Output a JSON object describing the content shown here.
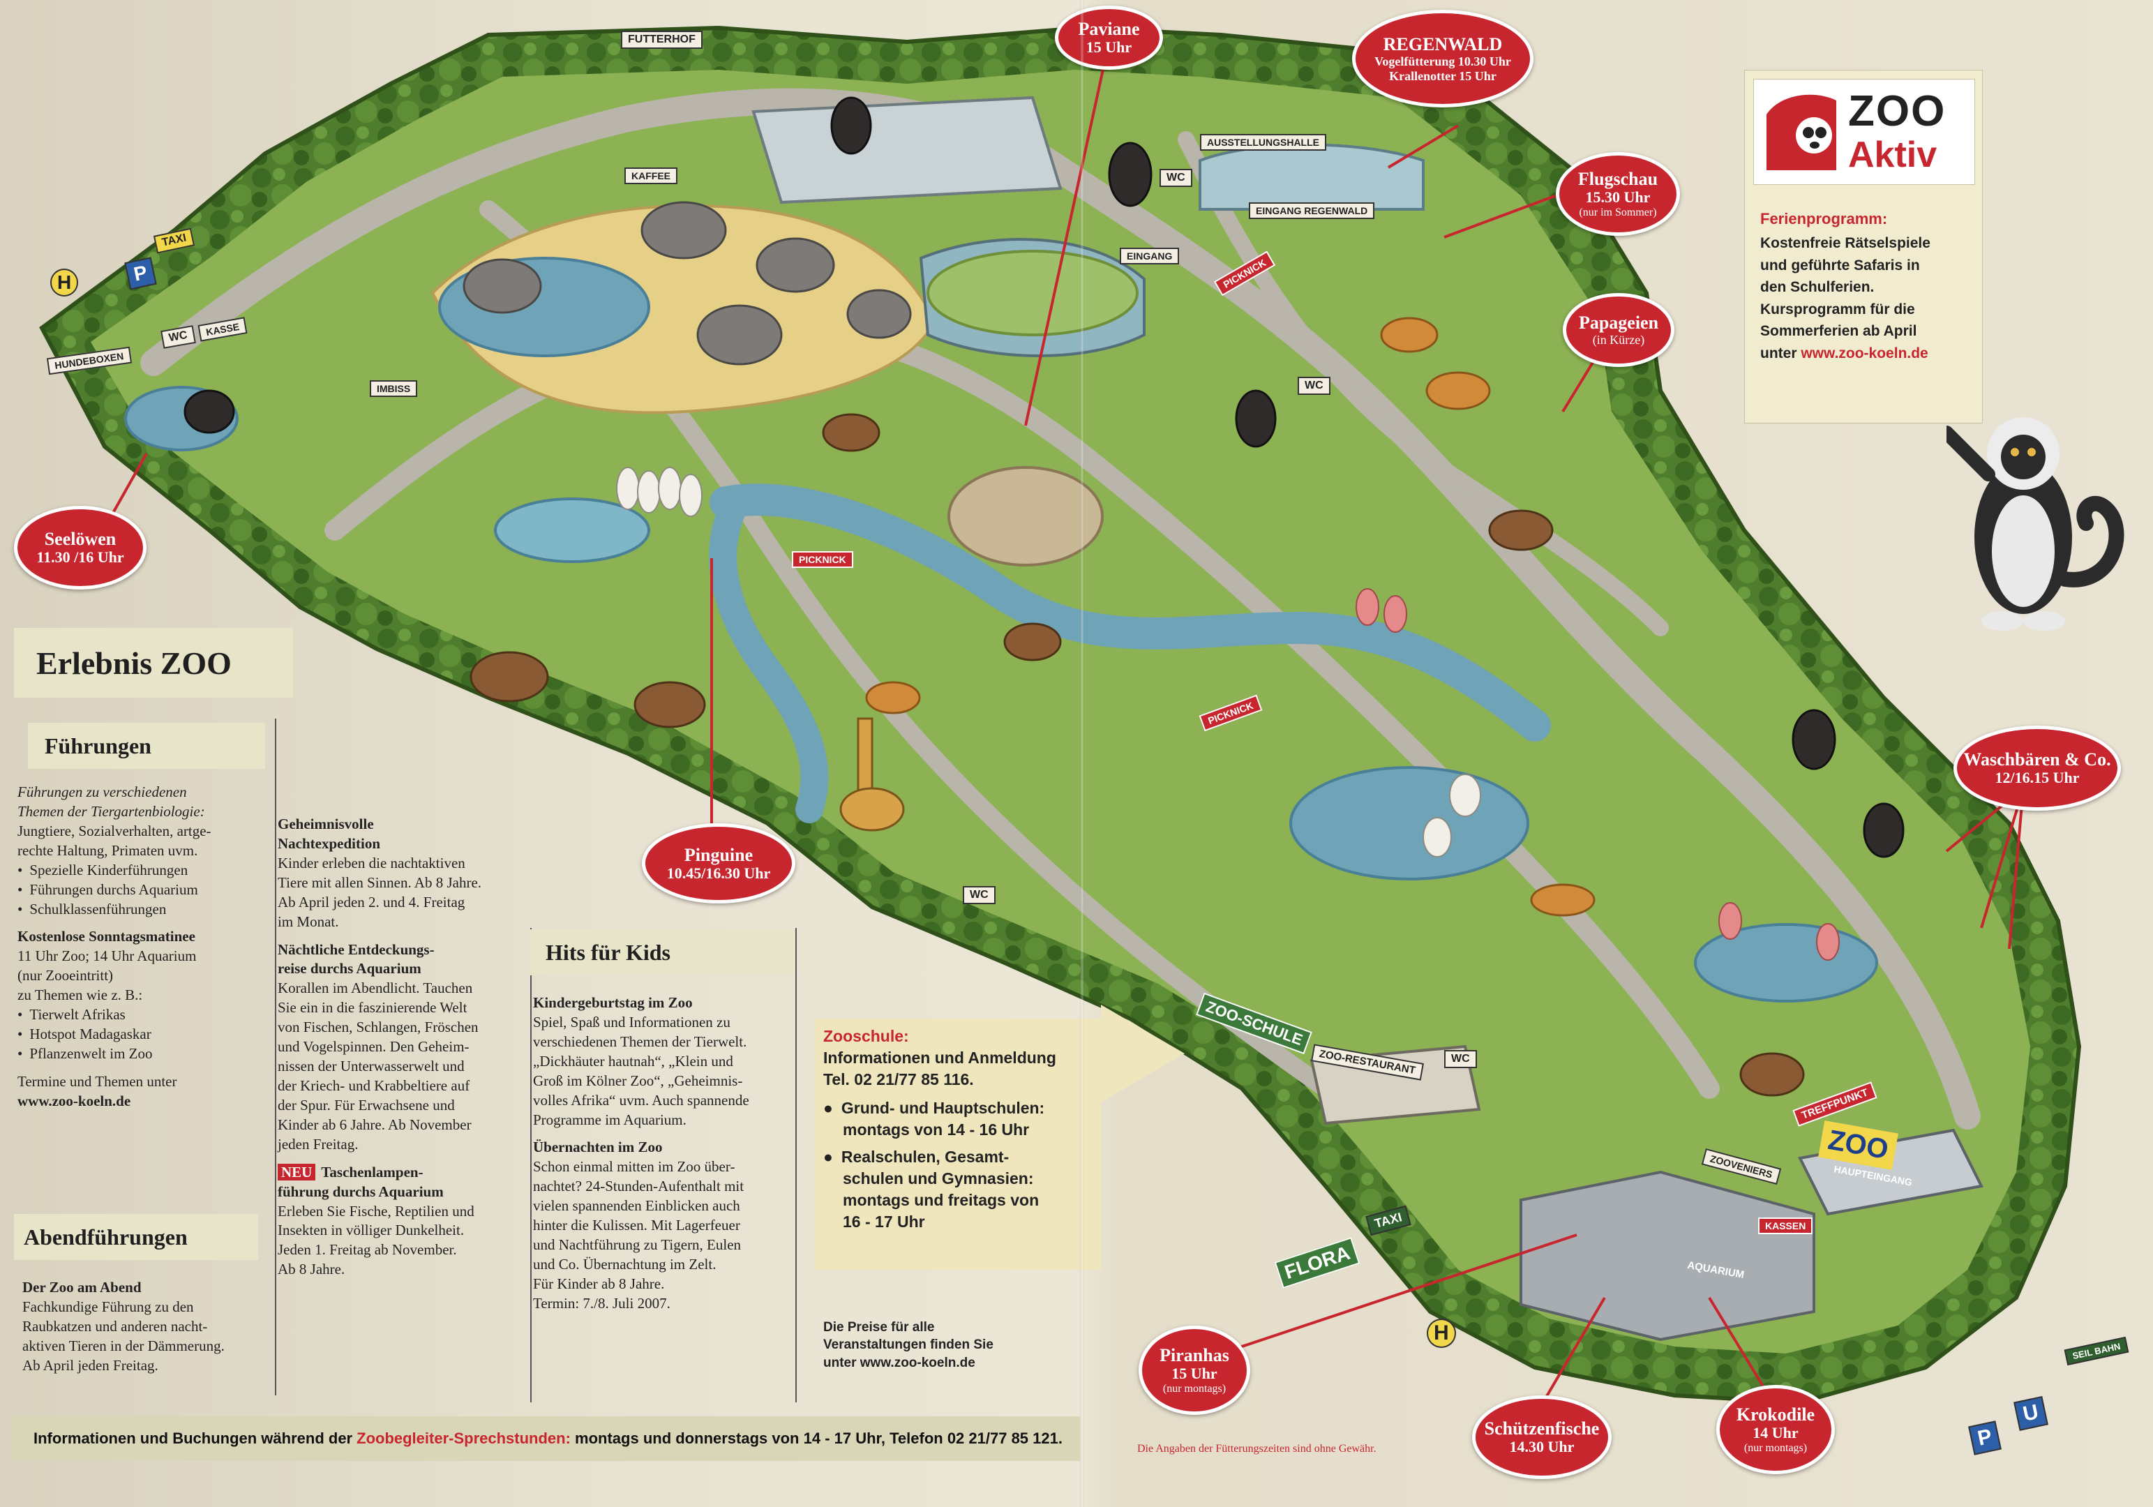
{
  "title": "Erlebnis ZOO",
  "map_labels": {
    "futterhof": "FUTTERHOF",
    "kaffee": "KAFFEE",
    "hundeboxen": "HUNDEBOXEN",
    "wc": "WC",
    "kasse": "KASSE",
    "imbiss": "IMBISS",
    "taxi": "TAXI",
    "p": "P",
    "h": "H",
    "u": "U",
    "ausstellungshalle": "AUSSTELLUNGSHALLE",
    "eingang_regenwald": "EINGANG REGENWALD",
    "eingang": "EINGANG",
    "picknick": "PICKNICK",
    "zoo_schule": "ZOO-SCHULE",
    "zoo_restaurant": "ZOO-RESTAURANT",
    "treffpunkt": "TREFFPUNKT",
    "zooveniers": "ZOOVENIERS",
    "zoo": "ZOO",
    "haupteingang": "HAUPTEINGANG",
    "kassen": "KASSEN",
    "aquarium": "AQUARIUM",
    "flora": "FLORA",
    "seilbahn": "SEIL BAHN"
  },
  "feeding_times": [
    {
      "title": "Paviane",
      "time": "15 Uhr"
    },
    {
      "title": "REGENWALD",
      "line1": "Vogelfütterung 10.30 Uhr",
      "line2": "Krallenotter 15 Uhr"
    },
    {
      "title": "Flugschau",
      "time": "15.30 Uhr",
      "note": "(nur im Sommer)"
    },
    {
      "title": "Papageien",
      "time": "(in Kürze)"
    },
    {
      "title": "Seelöwen",
      "time": "11.30 /16 Uhr"
    },
    {
      "title": "Pinguine",
      "time": "10.45/16.30 Uhr"
    },
    {
      "title": "Waschbären & Co.",
      "time": "12/16.15 Uhr"
    },
    {
      "title": "Piranhas",
      "time": "15 Uhr",
      "note": "(nur montags)"
    },
    {
      "title": "Schützenfische",
      "time": "14.30 Uhr"
    },
    {
      "title": "Krokodile",
      "time": "14 Uhr",
      "note": "(nur montags)"
    }
  ],
  "zoo_aktiv": {
    "logo_line1": "ZOO",
    "logo_line2": "Aktiv",
    "heading": "Ferienprogramm:",
    "lines": [
      "Kostenfreie Rätselspiele",
      "und geführte Safaris in",
      "den Schulferien.",
      "Kursprogramm für die",
      "Sommerferien ab April"
    ],
    "url_prefix": "unter ",
    "url": "www.zoo-koeln.de"
  },
  "fuehrungen": {
    "heading": "Führungen",
    "intro": [
      "Führungen zu verschiedenen",
      "Themen der Tiergartenbiologie:",
      "Jungtiere, Sozialverhalten, artge-",
      "rechte Haltung, Primaten uvm."
    ],
    "bullets": [
      "Spezielle Kinderführungen",
      "Führungen durchs Aquarium",
      "Schulklassenführungen"
    ],
    "matinee_title": "Kostenlose Sonntagsmatinee",
    "matinee_lines": [
      "11 Uhr Zoo; 14 Uhr Aquarium",
      "(nur Zooeintritt)",
      "zu Themen wie z. B.:"
    ],
    "matinee_bullets": [
      "Tierwelt Afrikas",
      "Hotspot Madagaskar",
      "Pflanzenwelt im Zoo"
    ],
    "footer_lines": [
      "Termine und Themen unter"
    ],
    "footer_url": "www.zoo-koeln.de"
  },
  "abendfuehrungen": {
    "heading": "Abendführungen",
    "title": "Der Zoo am Abend",
    "lines": [
      "Fachkundige Führung zu den",
      "Raubkatzen und anderen nacht-",
      "aktiven Tieren in der Dämmerung.",
      "Ab April jeden Freitag."
    ]
  },
  "column2": {
    "b1_title": [
      "Geheimnisvolle",
      "Nachtexpedition"
    ],
    "b1_lines": [
      "Kinder erleben die nachtaktiven",
      "Tiere mit allen Sinnen. Ab 8 Jahre.",
      "Ab April jeden 2. und 4. Freitag",
      "im Monat."
    ],
    "b2_title": [
      "Nächtliche Entdeckungs-",
      "reise durchs Aquarium"
    ],
    "b2_lines": [
      "Korallen im Abendlicht. Tauchen",
      "Sie ein in die faszinierende Welt",
      "von Fischen, Schlangen, Fröschen",
      "und Vogelspinnen. Den Geheim-",
      "nissen der Unterwasserwelt und",
      "der Kriech- und Krabbeltiere auf",
      "der Spur. Für Erwachsene und",
      "Kinder ab 6 Jahre. Ab November",
      "jeden Freitag."
    ],
    "neu": "NEU",
    "b3_title": [
      "Taschenlampen-",
      "führung durchs Aquarium"
    ],
    "b3_lines": [
      "Erleben Sie Fische, Reptilien und",
      "Insekten in völliger Dunkelheit.",
      "Jeden 1. Freitag ab November.",
      "Ab 8 Jahre."
    ]
  },
  "hits_fuer_kids": {
    "heading": "Hits für Kids",
    "b1_title": "Kindergeburtstag im Zoo",
    "b1_lines": [
      "Spiel, Spaß und Informationen zu",
      "verschiedenen Themen der Tierwelt.",
      "„Dickhäuter hautnah“, „Klein und",
      "Groß im Kölner Zoo“, „Geheimnis-",
      "volles Afrika“ uvm. Auch spannende",
      "Programme im Aquarium."
    ],
    "b2_title": "Übernachten im Zoo",
    "b2_lines": [
      "Schon einmal mitten im Zoo über-",
      "nachtet? 24-Stunden-Aufenthalt mit",
      "vielen spannenden Einblicken auch",
      "hinter die Kulissen. Mit Lagerfeuer",
      "und  Nachtführung zu Tigern, Eulen",
      "und Co. Übernachtung im Zelt.",
      "Für Kinder ab 8 Jahre.",
      "Termin: 7./8. Juli 2007."
    ]
  },
  "zooschule": {
    "heading": "Zooschule:",
    "lines": [
      "Informationen und Anmeldung",
      "Tel. 02 21/77 85 116."
    ],
    "items": [
      [
        "Grund- und Hauptschulen:",
        "montags von 14 - 16 Uhr"
      ],
      [
        "Realschulen, Gesamt-",
        "schulen und Gymnasien:",
        "montags und freitags von",
        "16 - 17 Uhr"
      ]
    ]
  },
  "prices_note": [
    "Die Preise für alle",
    "Veranstaltungen finden Sie",
    "unter www.zoo-koeln.de"
  ],
  "disclaimer": "Die Angaben der Fütterungszeiten sind ohne Gewähr.",
  "bottom_bar": {
    "prefix": "Informationen und Buchungen während der ",
    "highlight": "Zoobegleiter-Sprechstunden:",
    "suffix": " montags und donnerstags von 14 - 17 Uhr, Telefon 02 21/77 85 121."
  },
  "colors": {
    "bubble_red": "#c8262e",
    "grass": "#7fa64a",
    "path": "#b7b4ad",
    "water": "#6fa3b8",
    "panel": "#e8e4c9"
  }
}
